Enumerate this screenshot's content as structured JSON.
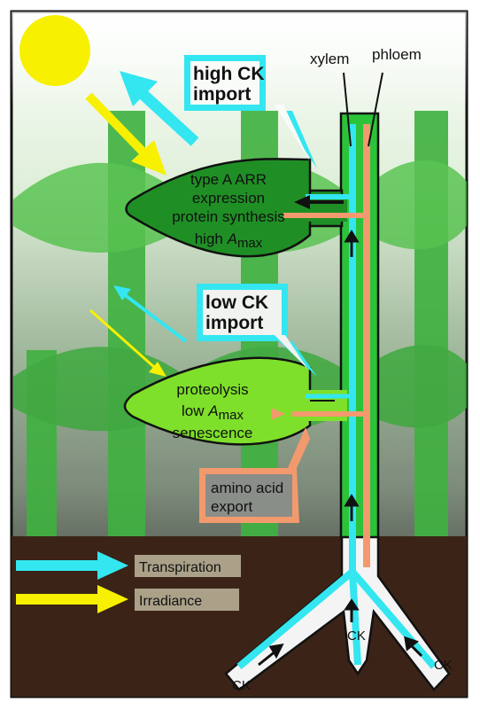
{
  "labels": {
    "xylem": "xylem",
    "phloem": "phloem",
    "high_ck_import_line1": "high CK",
    "high_ck_import_line2": "import",
    "upper_leaf_line1": "type A ARR",
    "upper_leaf_line2": "expression",
    "upper_leaf_line3": "protein synthesis",
    "upper_leaf_line4_prefix": "high ",
    "low_ck_import_line1": "low CK",
    "low_ck_import_line2": "import",
    "lower_leaf_line1": "proteolysis",
    "lower_leaf_line2_prefix": "low ",
    "lower_leaf_line3": "senescence",
    "amax_symbol": "A",
    "amax_subscript": "max",
    "amino_acid_line1": "amino acid",
    "amino_acid_line2": "export",
    "ck": "CK"
  },
  "legend": {
    "transpiration": "Transpiration",
    "irradiance": "Irradiance"
  },
  "colors": {
    "cyan_transpiration": "#33e6f0",
    "yellow_irradiance": "#f7f000",
    "salmon_phloem": "#f29a6e",
    "dark_leaf": "#1f8f25",
    "light_leaf": "#7ee02a",
    "soil": "#3b2417",
    "stem_green": "#2cc23a",
    "root_white": "#f4f4f4"
  }
}
